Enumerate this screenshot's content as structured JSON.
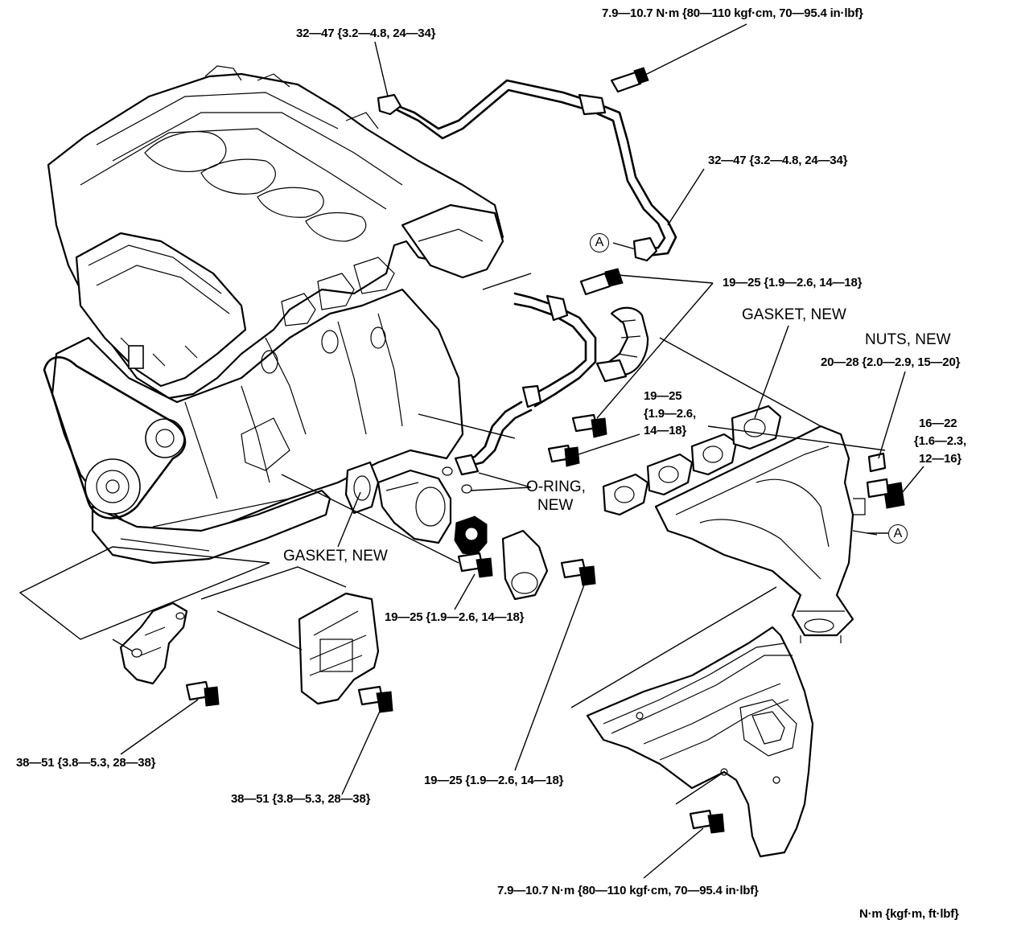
{
  "labels": {
    "top_bolt_torque": "7.9—10.7 N·m {80—110 kgf·cm, 70—95.4 in·lbf}",
    "pipe_left_torque": "32—47 {3.2—4.8, 24—34}",
    "pipe_right_torque": "32—47 {3.2—4.8, 24—34}",
    "bracket_bolt_torque": "19—25 {1.9—2.6, 14—18}",
    "gasket_new_right": "GASKET, NEW",
    "nuts_new": "NUTS, NEW",
    "nuts_torque": "20—28 {2.0—2.9, 15—20}",
    "mid_bolt_torque_1": "19—25",
    "mid_bolt_torque_2": "{1.9—2.6,",
    "mid_bolt_torque_3": "14—18}",
    "stud_torque_1": "16—22",
    "stud_torque_2": "{1.6—2.3,",
    "stud_torque_3": "12—16}",
    "oring_1": "O-RING,",
    "oring_2": "NEW",
    "gasket_new_left": "GASKET, NEW",
    "thermo_bolt_torque": "19—25 {1.9—2.6, 14—18}",
    "housing_bolt_torque": "19—25 {1.9—2.6, 14—18}",
    "mount_left_torque": "38—51 {3.8—5.3, 28—38}",
    "mount_right_torque": "38—51 {3.8—5.3, 28—38}",
    "heat_shield_torque": "7.9—10.7 N·m {80—110 kgf·cm, 70—95.4 in·lbf}",
    "units": "N·m {kgf·m, ft·lbf}",
    "ref_a": "A"
  }
}
